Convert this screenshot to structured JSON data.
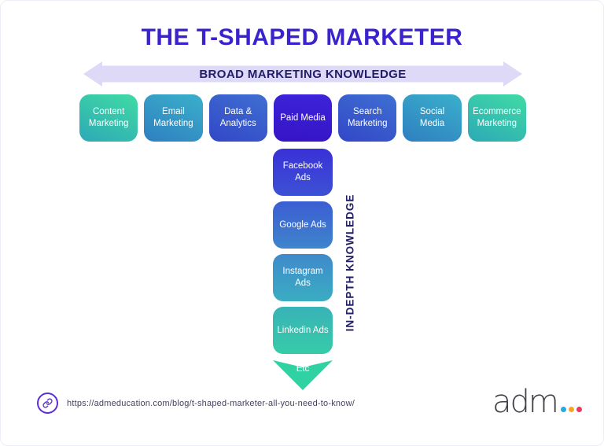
{
  "title": "THE T-SHAPED MARKETER",
  "broad_arrow": {
    "label": "BROAD MARKETING KNOWLEDGE"
  },
  "broad_row": {
    "items": [
      {
        "label": "Content Marketing"
      },
      {
        "label": "Email Marketing"
      },
      {
        "label": "Data & Analytics"
      },
      {
        "label": "Paid Media"
      },
      {
        "label": "Search Marketing"
      },
      {
        "label": "Social Media"
      },
      {
        "label": "Ecommerce Marketing"
      }
    ]
  },
  "depth_column": {
    "axis_label": "IN-DEPTH KNOWLEDGE",
    "items": [
      {
        "label": "Facebook Ads"
      },
      {
        "label": "Google Ads"
      },
      {
        "label": "Instagram Ads"
      },
      {
        "label": "Linkedin Ads"
      }
    ],
    "more_label": "Etc"
  },
  "footer": {
    "link_icon": "link-icon",
    "url": "https://admeducation.com/blog/t-shaped-marketer-all-you-need-to-know/",
    "logo": {
      "text": "adm",
      "dot_colors": [
        "#29a9e1",
        "#f5a623",
        "#e8395f"
      ]
    }
  },
  "colors": {
    "title_text": "#3a22cf",
    "arrow_fill": "#ded9f6",
    "arrow_text": "#221d6a",
    "teal_box": "#35cfa6",
    "aqua_box": "#3397c6",
    "blue_box": "#3a5ecd",
    "indigo_box": "#3a1fd4",
    "etc_arrow": "#30d2a3",
    "link_accent": "#5d2dd6"
  }
}
